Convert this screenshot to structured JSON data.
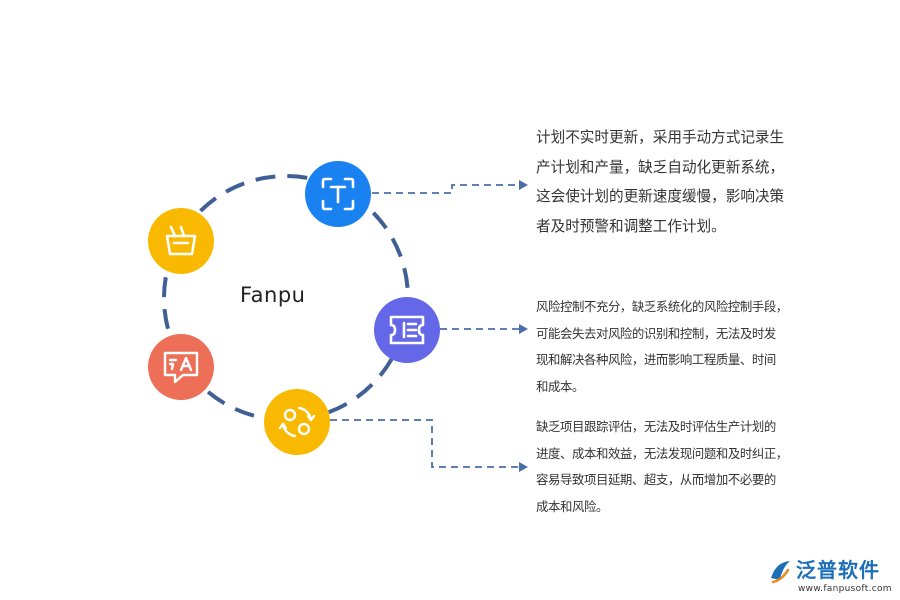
{
  "center_label": "Fanpu",
  "nodes": [
    {
      "icon": "text-icon",
      "color": "#1a82f0"
    },
    {
      "icon": "list-card-icon",
      "color": "#6468e8"
    },
    {
      "icon": "swap-refresh-icon",
      "color": "#f9b900"
    },
    {
      "icon": "translate-icon",
      "color": "#ee6f57"
    },
    {
      "icon": "basket-icon",
      "color": "#f9b900"
    }
  ],
  "descriptions": [
    {
      "lines": [
        "计划不实时更新，采用手动方式记录生",
        "产计划和产量，缺乏自动化更新系统，",
        "这会使计划的更新速度缓慢，影响决策",
        "者及时预警和调整工作计划。"
      ]
    },
    {
      "lines": [
        "风险控制不充分，缺乏系统化的风险控制手段，",
        "可能会失去对风险的识别和控制，无法及时发",
        "现和解决各种风险，进而影响工程质量、时间",
        "和成本。"
      ]
    },
    {
      "lines": [
        "缺乏项目跟踪评估，无法及时评估生产计划的",
        "进度、成本和效益，无法发现问题和及时纠正，",
        "容易导致项目延期、超支，从而增加不必要的",
        "成本和风险。"
      ]
    }
  ],
  "logo": {
    "name": "泛普软件",
    "url": "www.fanpusoft.com"
  },
  "colors": {
    "connector": "#4a6ea8",
    "ring": "#3f5f95"
  }
}
